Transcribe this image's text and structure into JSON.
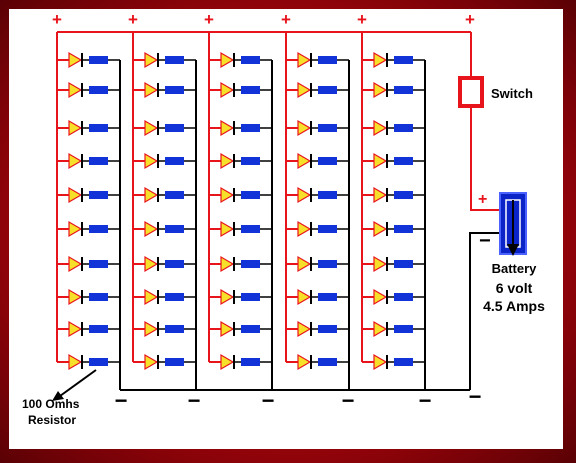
{
  "switch": {
    "label": "Switch"
  },
  "battery": {
    "name": "Battery",
    "voltage": "6 volt",
    "current": "4.5 Amps",
    "plus_sign": "+",
    "minus_sign": "−"
  },
  "resistor_callout": {
    "line1": "100 Omhs",
    "line2": "Resistor"
  },
  "top_plus_signs": [
    "+",
    "+",
    "+",
    "+",
    "+",
    "+"
  ],
  "bottom_minus_signs": [
    "−",
    "−",
    "−",
    "−",
    "−",
    "−"
  ],
  "layout": {
    "led_columns": 5,
    "leds_per_column": 10
  },
  "colors": {
    "positive_wire": "#e8141c",
    "negative_wire": "#000000",
    "led_fill": "#f6e02a",
    "resistor_fill": "#1233d8",
    "battery_fill": "#0a24c8",
    "switch_border": "#e8141c",
    "frame": "#a3060f"
  }
}
